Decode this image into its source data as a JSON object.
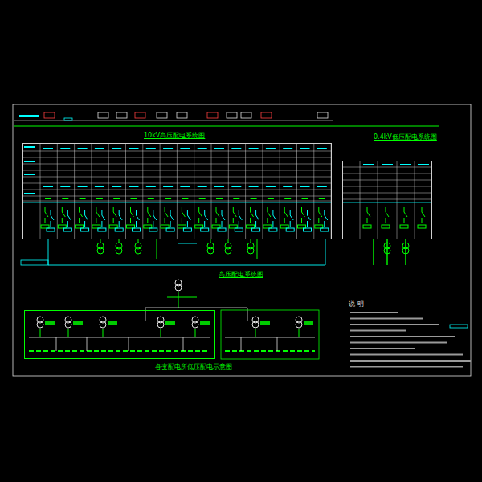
{
  "diagram": {
    "nodes": [
      {
        "text": [
          "10kV高压配电系统图"
        ]
      },
      {
        "text": [
          "0.4kV低压配电系统图"
        ]
      },
      {
        "text": [
          "各变配电所低压配电示意图"
        ]
      }
    ],
    "labels": [
      "高压配电系统图",
      "说 明"
    ]
  }
}
